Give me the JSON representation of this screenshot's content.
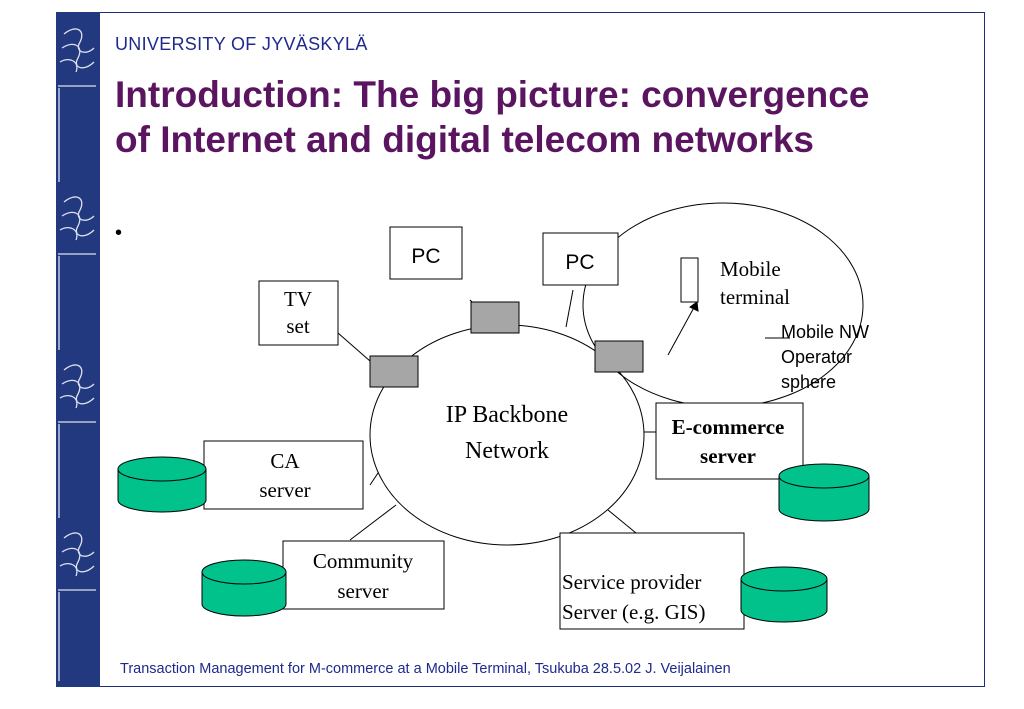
{
  "header": {
    "university": "UNIVERSITY OF JYVÄSKYLÄ",
    "title_line1": "Introduction: The big picture: convergence",
    "title_line2": "of Internet and digital telecom networks",
    "bullet": "•"
  },
  "diagram": {
    "backbone_line1": "IP Backbone",
    "backbone_line2": "Network",
    "pc_left": "PC",
    "pc_right": "PC",
    "tv_line1": "TV",
    "tv_line2": "set",
    "ca_line1": "CA",
    "ca_line2": "server",
    "community_line1": "Community",
    "community_line2": "server",
    "ecommerce_line1": "E-commerce",
    "ecommerce_line2": "server",
    "service_line1": "Service provider",
    "service_line2": "Server (e.g. GIS)",
    "mobile_line1": "Mobile",
    "mobile_line2": "terminal",
    "operator_line1": "Mobile NW",
    "operator_line2": "Operator",
    "operator_line3": "sphere"
  },
  "footer": {
    "text": "Transaction Management for M-commerce at  a Mobile Terminal, Tsukuba 28.5.02 J. Veijalainen"
  },
  "colors": {
    "sidebar": "#23397f",
    "title": "#5a1460",
    "header_text": "#1e2a8c",
    "database_fill": "#00c28a",
    "router_fill": "#a6a6a6"
  }
}
